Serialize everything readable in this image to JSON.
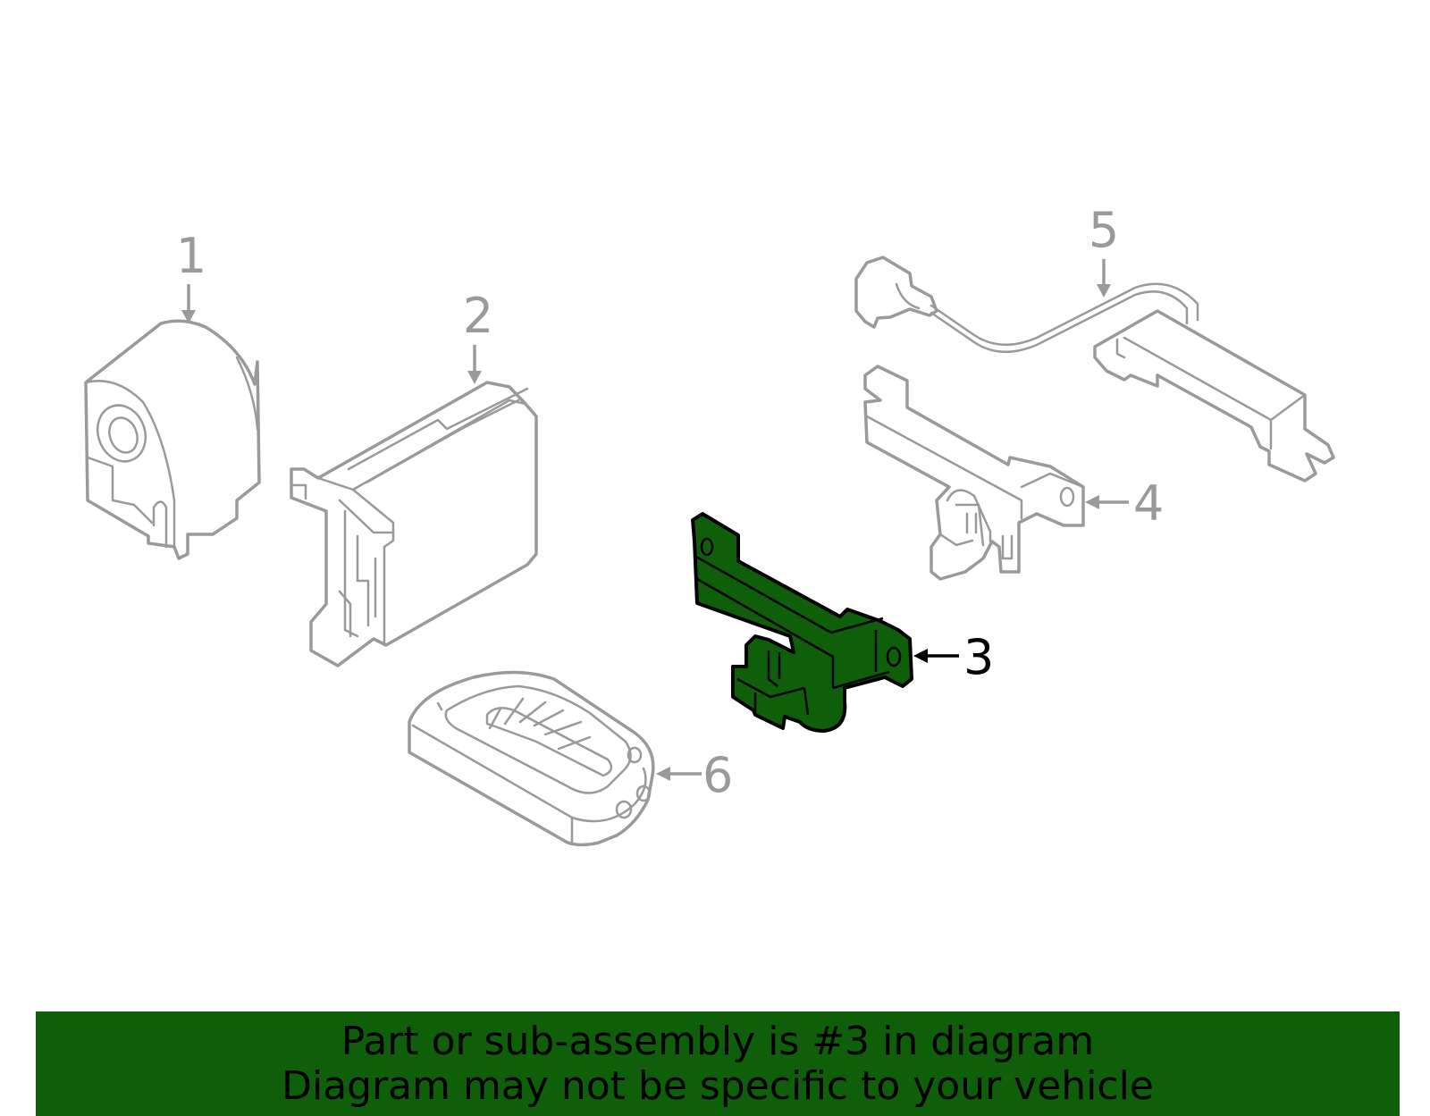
{
  "diagram": {
    "callouts": [
      {
        "label": "1"
      },
      {
        "label": "2"
      },
      {
        "label": "3"
      },
      {
        "label": "4"
      },
      {
        "label": "5"
      },
      {
        "label": "6"
      }
    ],
    "highlighted_callout": "3",
    "colors": {
      "highlight_fill": "#0f5e0a",
      "outline": "#9a9a9a",
      "banner": "#0f5e0a"
    }
  },
  "banner": {
    "line1": "Part or sub-assembly is #3 in diagram",
    "line2": "Diagram may not be specific to your vehicle"
  }
}
